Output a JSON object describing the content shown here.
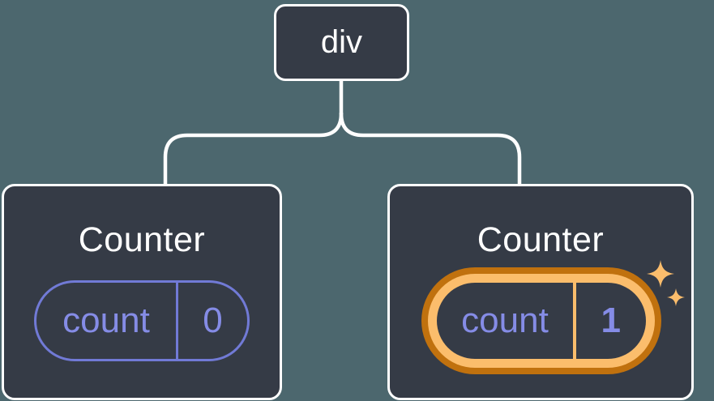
{
  "colors": {
    "bg": "#4C676E",
    "node-fill": "#353B46",
    "line": "#FFFFFF",
    "text-white": "#FFFFFF",
    "purple": "#858CE6",
    "purple-border": "#717AD6",
    "orange-dark": "#C0710E",
    "orange-light": "#FBBD6C"
  },
  "icons": {
    "sparkles": "four-point-stars"
  },
  "tree": {
    "root": {
      "label": "div"
    },
    "children": [
      {
        "title": "Counter",
        "state_key": "count",
        "state_value": "0",
        "highlighted": false
      },
      {
        "title": "Counter",
        "state_key": "count",
        "state_value": "1",
        "highlighted": true
      }
    ]
  }
}
